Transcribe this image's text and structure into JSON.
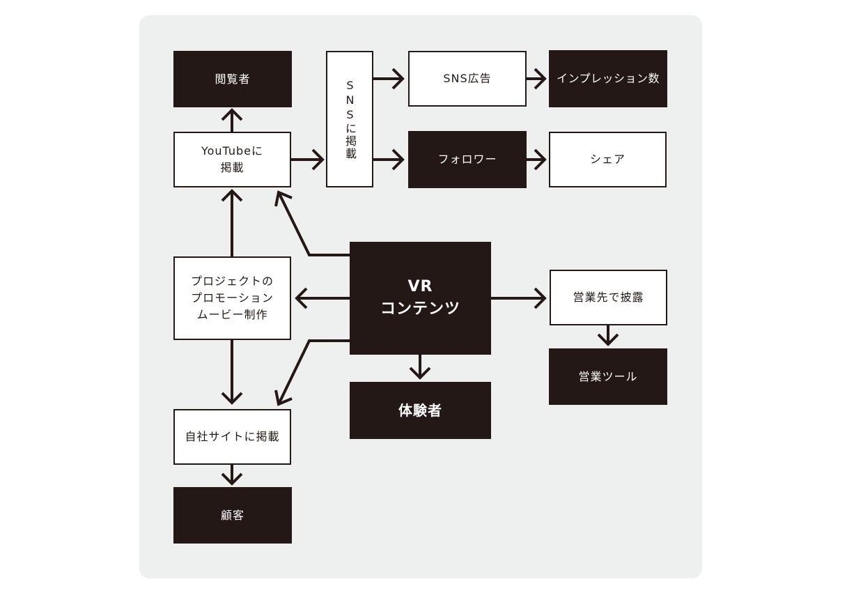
{
  "nodes": {
    "viewer": "閲覧者",
    "youtube": "YouTubeに\n掲載",
    "sns_post": "SNSに掲載",
    "sns_ad": "SNS広告",
    "impressions": "インプレッション数",
    "followers": "フォロワー",
    "share": "シェア",
    "promo_movie": "プロジェクトの\nプロモーション\nムービー制作",
    "vr_content": "VR\nコンテンツ",
    "sales_show": "営業先で披露",
    "sales_tool": "営業ツール",
    "experiencer": "体験者",
    "own_site": "自社サイトに掲載",
    "customer": "顧客"
  },
  "colors": {
    "dark": "#231815",
    "panel": "#eeefef",
    "light": "#ffffff"
  }
}
